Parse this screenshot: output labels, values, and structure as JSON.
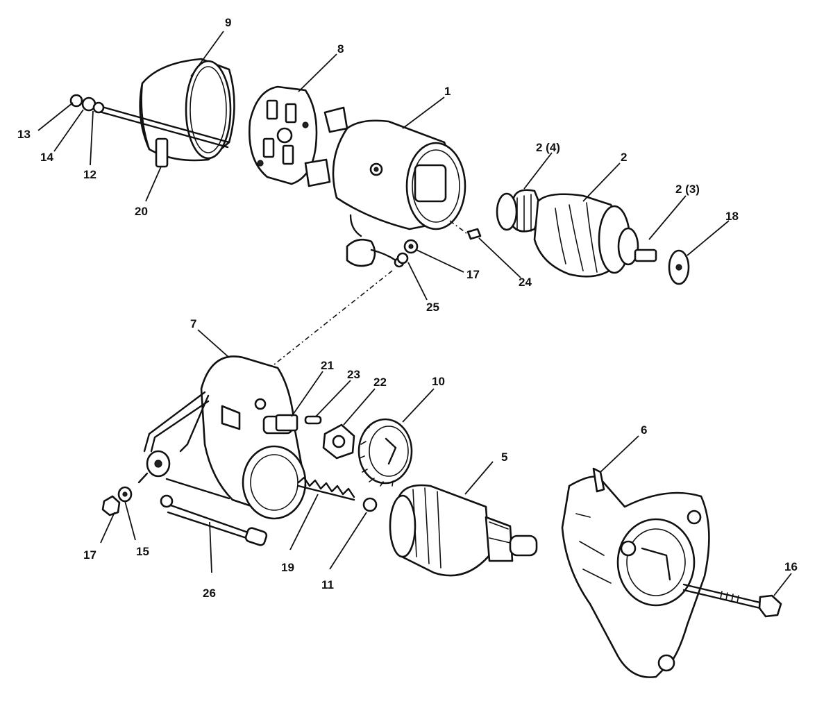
{
  "diagram": {
    "labels": {
      "p1": "1",
      "p2": "2",
      "p2_3": "2 (3)",
      "p2_4": "2 (4)",
      "p5": "5",
      "p6": "6",
      "p7": "7",
      "p8": "8",
      "p9": "9",
      "p10": "10",
      "p11": "11",
      "p12": "12",
      "p13": "13",
      "p14": "14",
      "p15": "15",
      "p16": "16",
      "p17a": "17",
      "p17b": "17",
      "p18": "18",
      "p19": "19",
      "p20": "20",
      "p21": "21",
      "p22": "22",
      "p23": "23",
      "p24": "24",
      "p25": "25",
      "p26": "26"
    }
  }
}
